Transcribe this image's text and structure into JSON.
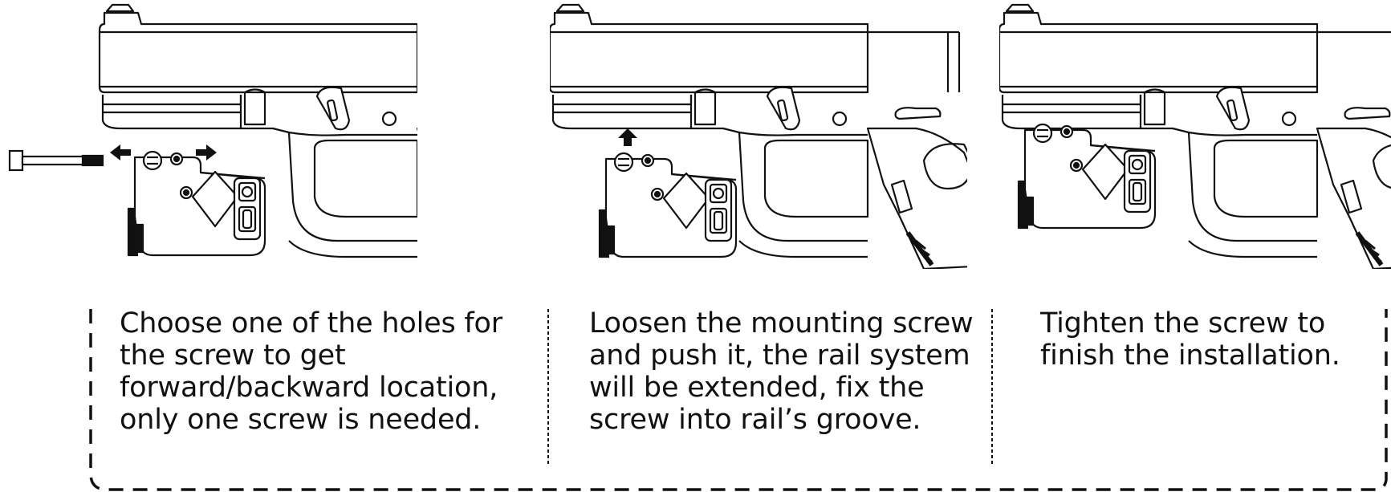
{
  "steps": [
    {
      "text": "Choose one of the holes for the screw to get forward/backward location, only one screw is needed."
    },
    {
      "text": "Loosen the mounting screw and push it, the rail system will be extended, fix the screw into rail’s groove."
    },
    {
      "text": "Tighten the screw to finish the installation."
    }
  ],
  "colors": {
    "line": "#111111",
    "background": "#ffffff"
  },
  "icons": [
    "screw-icon",
    "arrow-left-icon",
    "arrow-right-icon",
    "arrow-up-icon"
  ]
}
